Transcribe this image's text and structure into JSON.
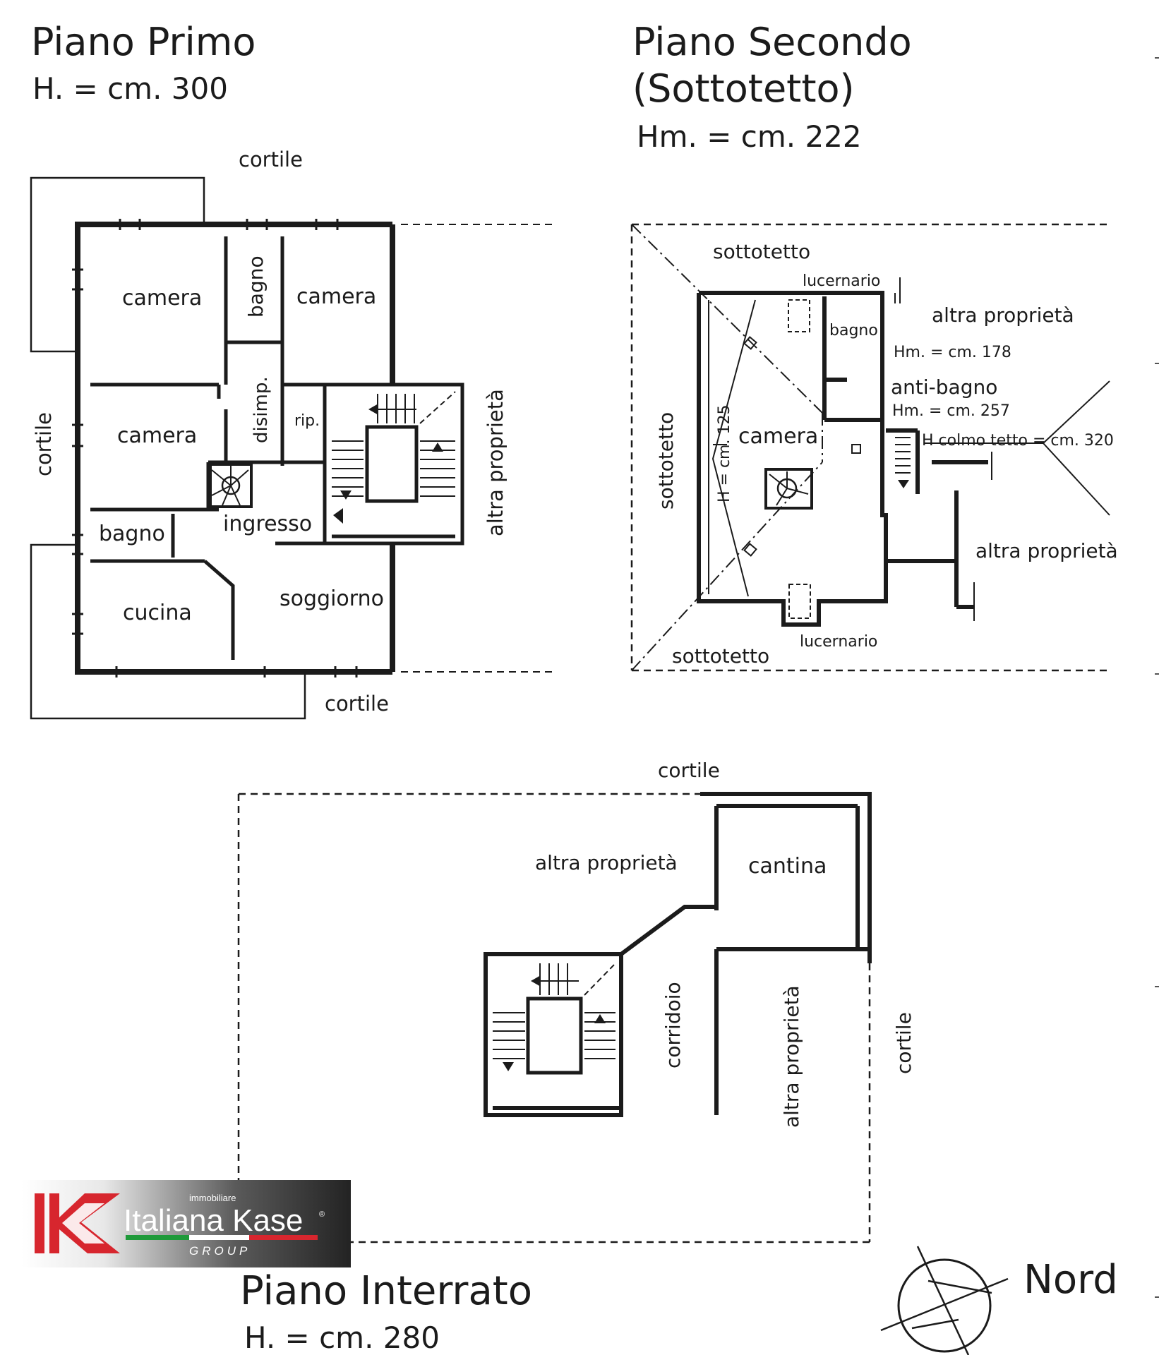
{
  "floors": {
    "primo": {
      "title": "Piano Primo",
      "height": "H. = cm. 300",
      "labels": {
        "cortile_top": "cortile",
        "cortile_left": "cortile",
        "cortile_bottom": "cortile",
        "camera_1": "camera",
        "bagno_1": "bagno",
        "camera_2": "camera",
        "disimp": "disimp.",
        "rip": "rip.",
        "camera_3": "camera",
        "bagno_2": "bagno",
        "ingresso": "ingresso",
        "cucina": "cucina",
        "soggiorno": "soggiorno",
        "altra_proprieta": "altra proprietà"
      }
    },
    "secondo": {
      "title_line1": "Piano Secondo",
      "title_line2": "(Sottotetto)",
      "height": "Hm. = cm. 222",
      "labels": {
        "sottotetto_top": "sottotetto",
        "sottotetto_left": "sottotetto",
        "sottotetto_bottom": "sottotetto",
        "lucernario_top": "lucernario",
        "lucernario_bottom": "lucernario",
        "bagno": "bagno",
        "bagno_h": "Hm. = cm. 178",
        "antibagno": "anti-bagno",
        "antibagno_h": "Hm. = cm. 257",
        "h_colmo": "H colmo tetto = cm. 320",
        "camera": "camera",
        "h_125": "H = cm. 125",
        "altra_proprieta_1": "altra proprietà",
        "altra_proprieta_2": "altra proprietà"
      }
    },
    "interrato": {
      "title": "Piano Interrato",
      "height": "H. = cm. 280",
      "labels": {
        "cortile_top": "cortile",
        "cortile_right": "cortile",
        "altra_proprieta_1": "altra proprietà",
        "altra_proprieta_2": "altra proprietà",
        "cantina": "cantina",
        "corridoio": "corridoio"
      }
    }
  },
  "compass": {
    "label": "Nord"
  },
  "logo": {
    "small": "immobiliare",
    "name": "Italiana Kase",
    "reg": "®",
    "group": "GROUP",
    "colors": {
      "red": "#d7262e",
      "green": "#1f9a3a",
      "white": "#ffffff",
      "dark": "#2b2b2b"
    }
  }
}
